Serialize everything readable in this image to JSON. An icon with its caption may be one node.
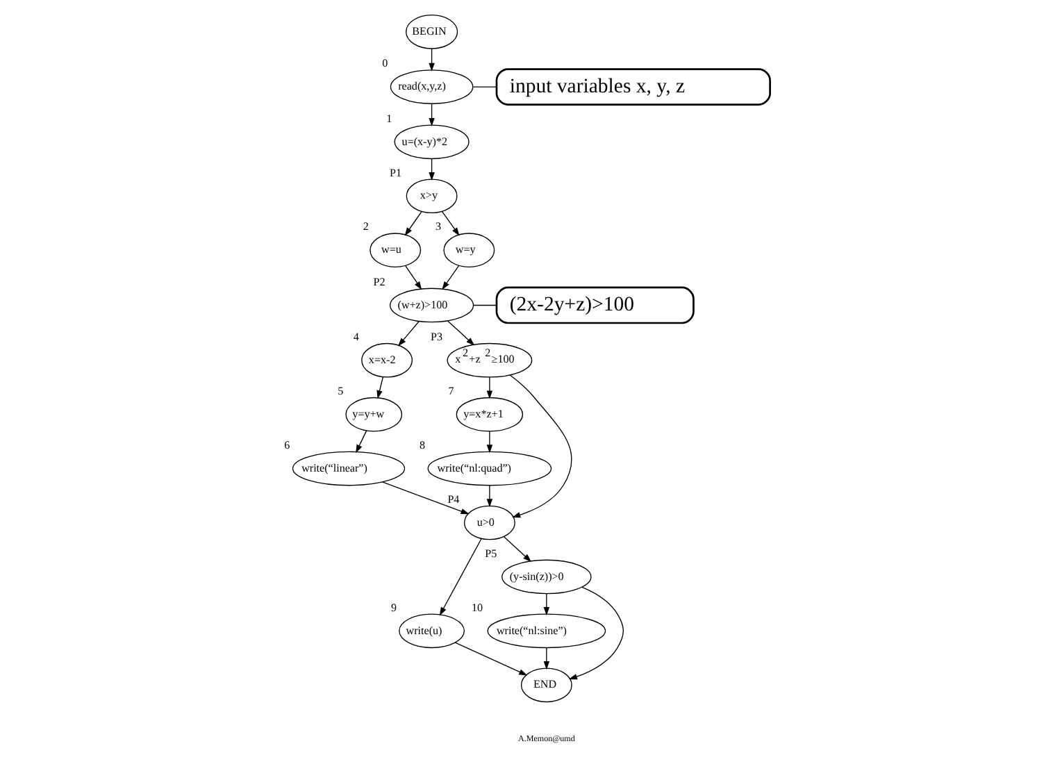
{
  "diagram": {
    "nodes": [
      {
        "text": [
          "BEGIN"
        ]
      },
      {
        "text": [
          "read(x,y,z)"
        ],
        "beside": [
          "0"
        ]
      },
      {
        "text": [
          "input variables x, y, z"
        ]
      },
      {
        "text": [
          "u=(x-y)*2"
        ],
        "beside": [
          "1"
        ]
      },
      {
        "text": [
          "x>y"
        ],
        "beside": [
          "P1"
        ]
      },
      {
        "text": [
          "w=u"
        ],
        "beside": [
          "2"
        ]
      },
      {
        "text": [
          "w=y"
        ],
        "beside": [
          "3"
        ]
      },
      {
        "text": [
          "(2x-2y+z)>100"
        ]
      },
      {
        "text": [
          "(w+z)>100"
        ],
        "beside": [
          "P2"
        ]
      },
      {
        "text": [
          "x=x-2"
        ],
        "beside": [
          "4"
        ]
      },
      {
        "text": [
          "x$^{2}$+z$^{2}$≥100"
        ],
        "beside": [
          "P3"
        ]
      },
      {
        "text": [
          "y=y+w"
        ],
        "beside": [
          "5"
        ]
      },
      {
        "text": [
          "y=x*z+1"
        ],
        "beside": [
          "7"
        ]
      },
      {
        "text": [
          "write(“linear”)"
        ],
        "beside": [
          "6"
        ]
      },
      {
        "text": [
          "write(“nl:quad”)"
        ],
        "beside": [
          "8"
        ]
      },
      {
        "text": [
          "u>0"
        ],
        "beside": [
          "P4"
        ]
      },
      {
        "text": [
          "write(u)"
        ],
        "beside": [
          "9"
        ]
      },
      {
        "text": [
          "(y-sin(z))>0"
        ],
        "beside": [
          "P5"
        ]
      },
      {
        "text": [
          "write(“nl:sine”)"
        ],
        "beside": [
          "10"
        ]
      },
      {
        "text": [
          "END"
        ]
      }
    ],
    "edges": [
      {
        "from": 0,
        "to": 1,
        "arrow": "to"
      },
      {
        "from": 2,
        "to": 1,
        "arrow": "none"
      },
      {
        "from": 1,
        "to": 3,
        "arrow": "to"
      },
      {
        "from": 3,
        "to": 4,
        "arrow": "to"
      },
      {
        "from": 4,
        "to": 5,
        "arrow": "to"
      },
      {
        "from": 4,
        "to": 6,
        "arrow": "to"
      },
      {
        "from": 5,
        "to": 8,
        "arrow": "to"
      },
      {
        "from": 6,
        "to": 8,
        "arrow": "to"
      },
      {
        "from": 7,
        "to": 8,
        "arrow": "none"
      },
      {
        "from": 8,
        "to": 9,
        "arrow": "to"
      },
      {
        "from": 8,
        "to": 10,
        "arrow": "to"
      },
      {
        "from": 9,
        "to": 11,
        "arrow": "to"
      },
      {
        "from": 10,
        "to": 12,
        "arrow": "to"
      },
      {
        "from": 10,
        "to": 15,
        "arrow": "to"
      },
      {
        "from": 11,
        "to": 13,
        "arrow": "to"
      },
      {
        "from": 12,
        "to": 14,
        "arrow": "to"
      },
      {
        "from": 13,
        "to": 15,
        "arrow": "to"
      },
      {
        "from": 14,
        "to": 15,
        "arrow": "to"
      },
      {
        "from": 15,
        "to": 16,
        "arrow": "to"
      },
      {
        "from": 15,
        "to": 17,
        "arrow": "to"
      },
      {
        "from": 16,
        "to": 19,
        "arrow": "to"
      },
      {
        "from": 17,
        "to": 18,
        "arrow": "to"
      },
      {
        "from": 17,
        "to": 19,
        "arrow": "to"
      },
      {
        "from": 18,
        "to": 19,
        "arrow": "to"
      }
    ],
    "labels": [
      "A.Memon@umd"
    ]
  }
}
